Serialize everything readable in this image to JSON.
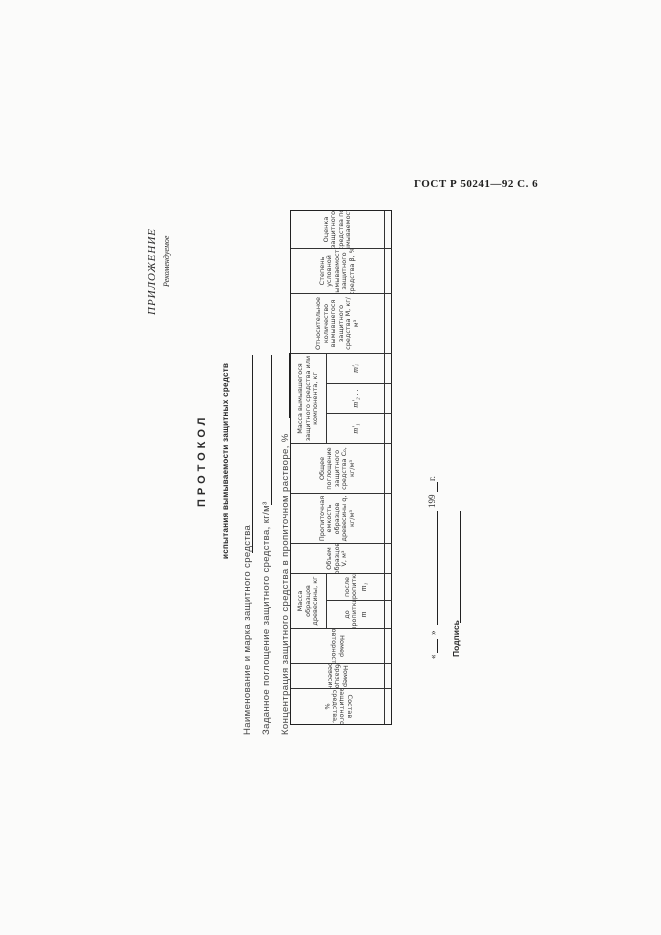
{
  "page_header": "ГОСТ Р 50241—92 С. 6",
  "appendix": {
    "title": "ПРИЛОЖЕНИЕ",
    "status": "Рекомендуемое"
  },
  "protocol": {
    "title": "ПРОТОКОЛ",
    "subtitle": "испытания вымываемости защитных средств"
  },
  "fields": [
    {
      "label": "Наименование и марка защитного средства",
      "value": ""
    },
    {
      "label": "Заданное поглощение защитного средства, кг/м³",
      "value": ""
    },
    {
      "label": "Концентрация защитного средства в пропиточном растворе, %",
      "value": ""
    }
  ],
  "table": {
    "columns": {
      "composition": "Состав защитного средства, %",
      "sample_numbers": "Номер образцов древесины",
      "repeat_number": "Номер повторности",
      "sample_mass": "Масса образцов древесины, кг",
      "mass_before": "до пропитки",
      "mass_before_sym": "m",
      "mass_after": "после пропитки",
      "mass_after_sym": "m₁",
      "volume": "Объем образцов V, м³",
      "capacity": "Пропиточная емкость образцов древесины q, кг/м³",
      "total_uptake": "Общее поглощение защитного средства C₀, кг/м³",
      "leached_mass": "Масса вымывшегося защитного средства или компонента, кг",
      "leached_m1": "m′₁",
      "leached_m2": "m′₂ . .",
      "leached_mi": "m′ᵢ",
      "relative_amount": "Относительное количество вымывшегося защитного средства M, кг/м³",
      "leachability_degree": "Степень условной вымываемости защитного средства β, %",
      "assessment": "Оценка защитного средства по вымываемости"
    },
    "rows": [
      []
    ]
  },
  "footer": {
    "date_open": "«",
    "date_close": "»",
    "year_prefix": "199",
    "year_suffix": "г.",
    "signature_label": "Подпись"
  }
}
